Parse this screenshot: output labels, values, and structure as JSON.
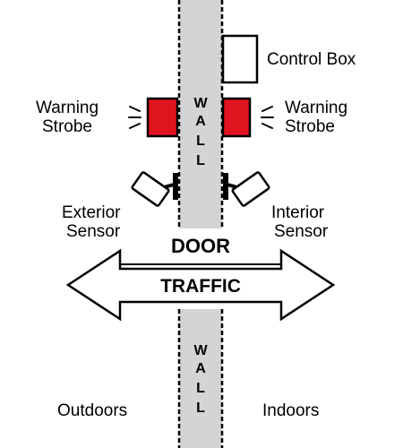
{
  "labels": {
    "control_box": "Control Box",
    "warning_strobe_left": [
      "Warning",
      "Strobe"
    ],
    "warning_strobe_right": [
      "Warning",
      "Strobe"
    ],
    "exterior_sensor": [
      "Exterior",
      "Sensor"
    ],
    "interior_sensor": [
      "Interior",
      "Sensor"
    ],
    "door": "DOOR",
    "traffic": "TRAFFIC",
    "wall_upper": [
      "W",
      "A",
      "L",
      "L"
    ],
    "wall_lower": [
      "W",
      "A",
      "L",
      "L"
    ],
    "outdoors": "Outdoors",
    "indoors": "Indoors"
  },
  "colors": {
    "wall": "#d4d4d4",
    "strobe": "#e0141e",
    "outline": "#000000",
    "background": "#ffffff"
  }
}
